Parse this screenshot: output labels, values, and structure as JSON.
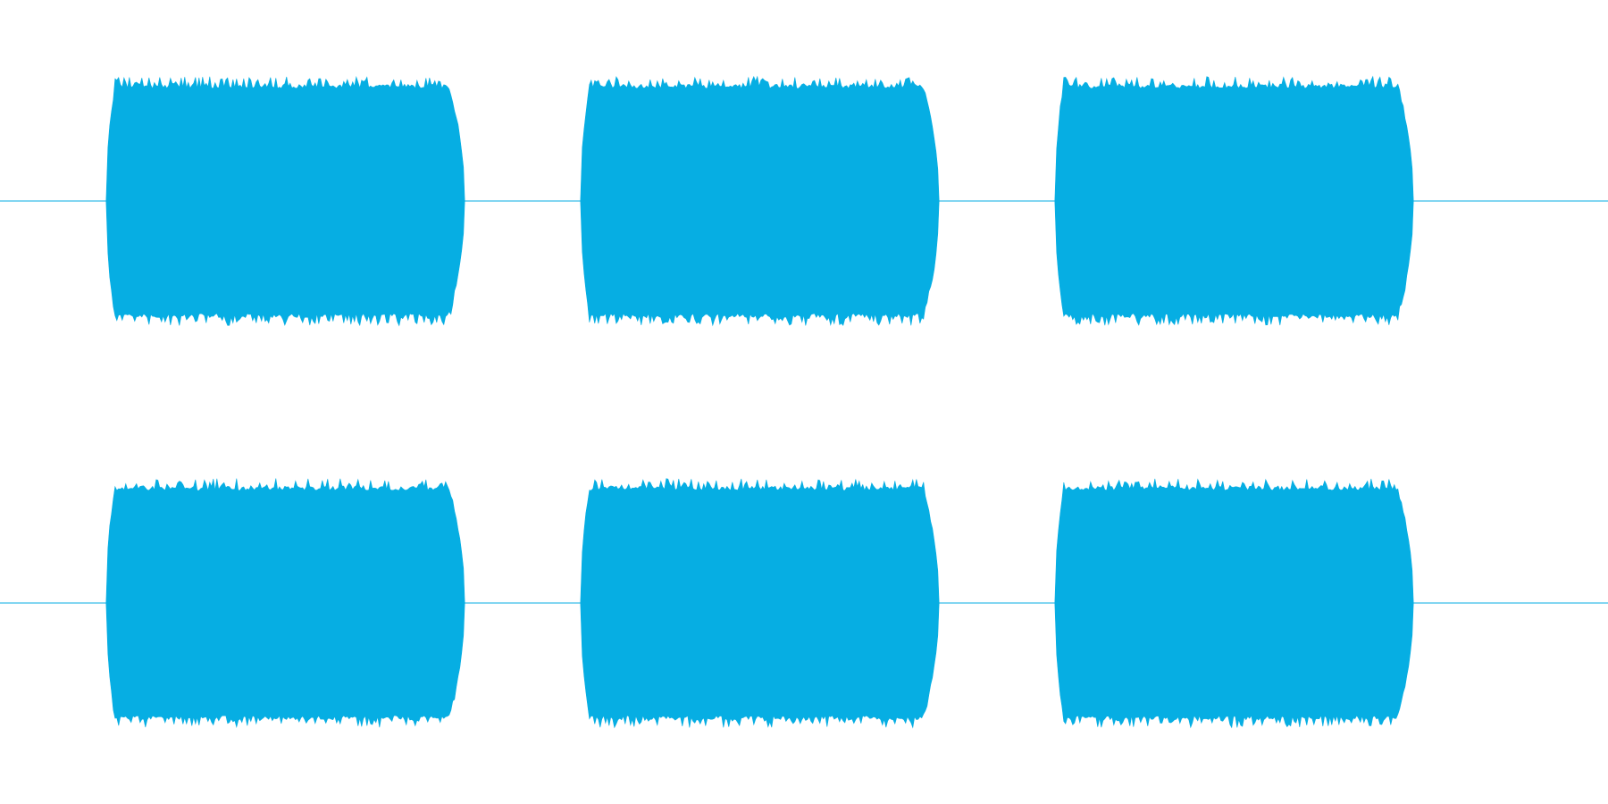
{
  "chart_data": {
    "type": "area",
    "title": "",
    "xlabel": "",
    "ylabel": "",
    "grid": false,
    "legend": "none",
    "color": "#06aee3",
    "channels": [
      {
        "bursts": [
          {
            "start": 0.066,
            "end": 0.289
          },
          {
            "start": 0.361,
            "end": 0.584
          },
          {
            "start": 0.656,
            "end": 0.879
          }
        ],
        "peak_amplitude": 0.62,
        "body_amplitude": 0.56
      },
      {
        "bursts": [
          {
            "start": 0.066,
            "end": 0.289
          },
          {
            "start": 0.361,
            "end": 0.584
          },
          {
            "start": 0.656,
            "end": 0.879
          }
        ],
        "peak_amplitude": 0.62,
        "body_amplitude": 0.56
      }
    ],
    "xlim": [
      0,
      1
    ],
    "ylim": [
      -1,
      1
    ]
  }
}
